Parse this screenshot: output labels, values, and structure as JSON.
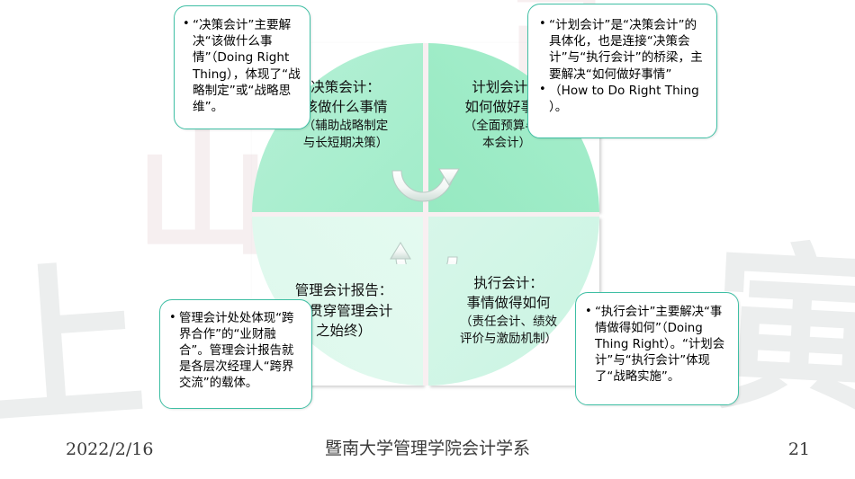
{
  "slide": {
    "footer": {
      "date": "2022/2/16",
      "organization": "暨南大学管理学院会计学系",
      "page_number": "21"
    },
    "watermark": {
      "left_glyph": "上",
      "mid_glyph": "山",
      "right_glyph": "寅",
      "top_glyph": "己"
    }
  },
  "circle": {
    "quadrants": [
      {
        "id": "decision-accounting",
        "title": "决策会计：",
        "subtitle": "该做什么事情",
        "note_line1": "（辅助战略制定",
        "note_line2": "与长短期决策）"
      },
      {
        "id": "planning-accounting",
        "title": "计划会计：",
        "subtitle": "如何做好事情",
        "note_line1": "（全面预算与成",
        "note_line2": "本会计）"
      },
      {
        "id": "management-accounting-report",
        "title": "管理会计报告：",
        "subtitle": "（贯穿管理会计",
        "note_line1": "之始终）",
        "note_line2": ""
      },
      {
        "id": "execution-accounting",
        "title": "执行会计：",
        "subtitle": "事情做得如何",
        "note_line1": "（责任会计、绩效",
        "note_line2": "评价与激励机制）"
      }
    ],
    "cycle_arrows_icon": "circular-cycle-arrows"
  },
  "callouts": {
    "decision": {
      "name": "决策会计说明",
      "bullets": [
        "“决策会计”主要解决“该做什么事情”（Doing Right Thing），体现了“战略制定”或“战略思维”。"
      ]
    },
    "planning": {
      "name": "计划会计说明",
      "bullets": [
        "“计划会计”是“决策会计”的具体化，也是连接“决策会计”与“执行会计”的桥梁，主要解决“如何做好事情”",
        "（How to Do Right Thing ）。"
      ]
    },
    "report": {
      "name": "管理会计报告说明",
      "bullets": [
        "管理会计处处体现“跨界合作”的“业财融合”。管理会计报告就是各层次经理人“跨界交流”的载体。"
      ]
    },
    "execution": {
      "name": "执行会计说明",
      "bullets": [
        "“执行会计”主要解决“事情做得如何”（Doing Thing Right）。“计划会计”与“执行会计”体现了“战略实施”。"
      ]
    }
  }
}
